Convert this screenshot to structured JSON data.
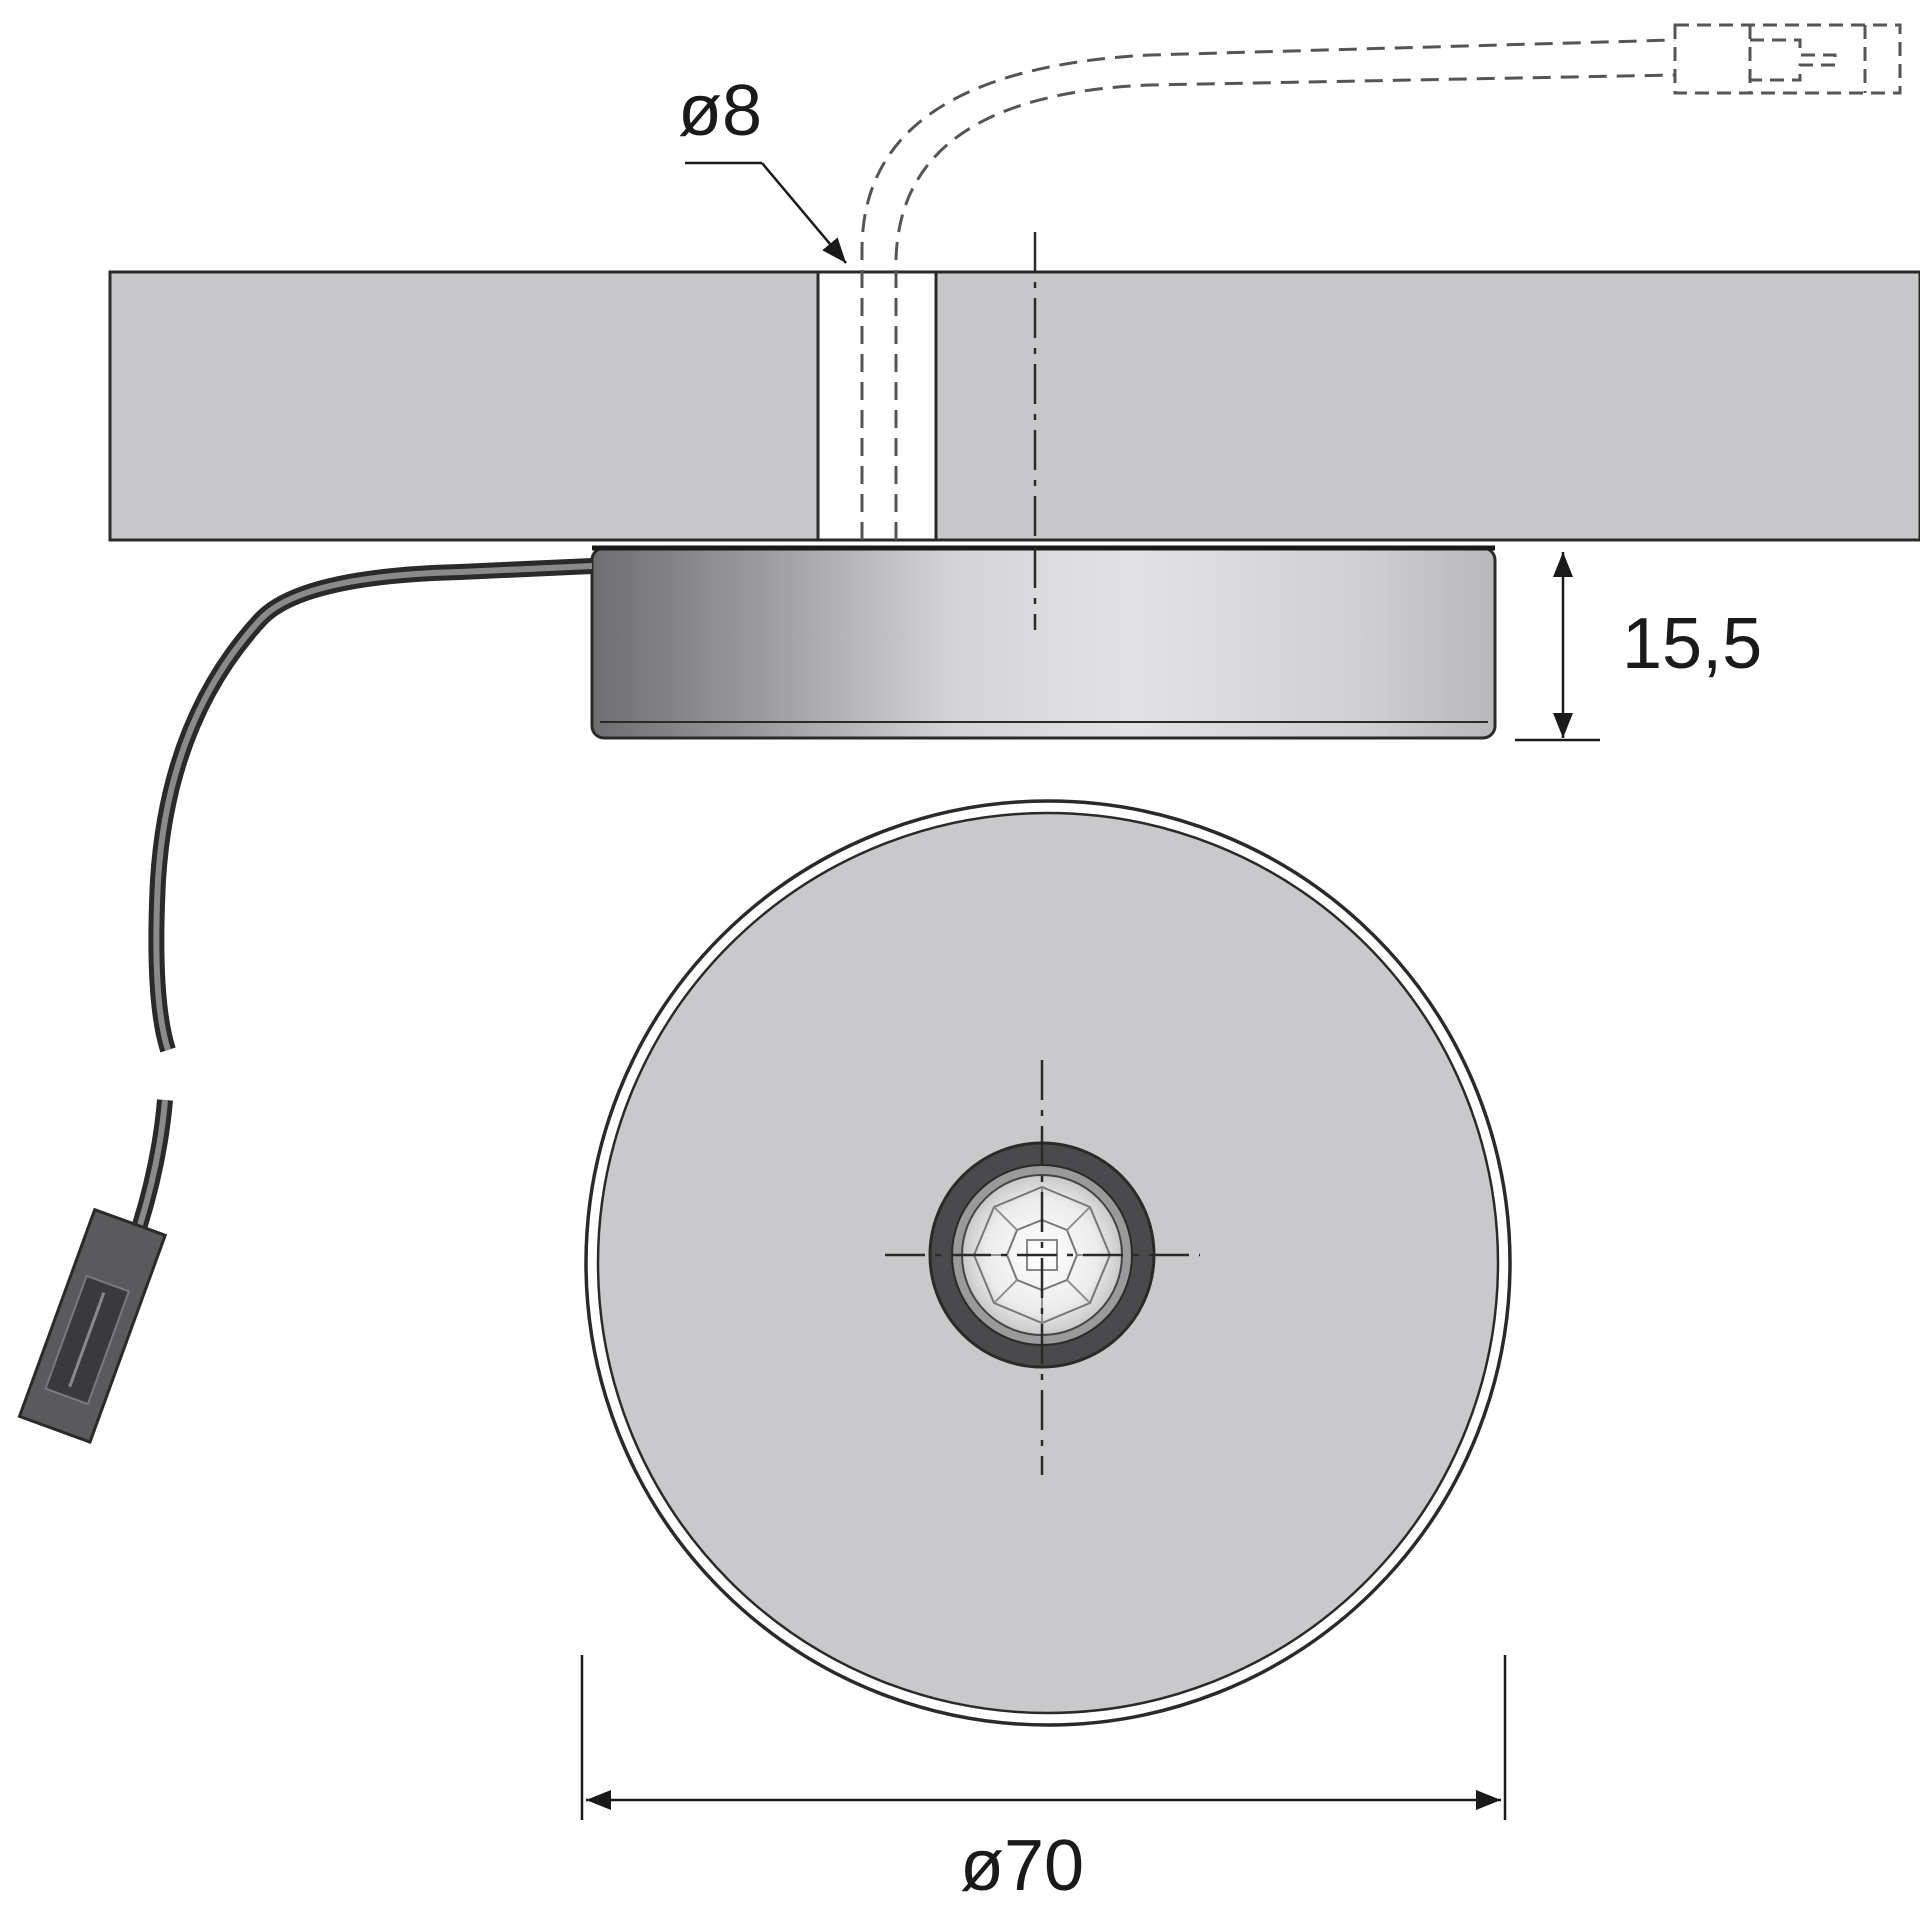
{
  "dimensions": {
    "hole_diameter": "ø8",
    "height": "15,5",
    "diameter": "ø70"
  },
  "colors": {
    "line": "#2a2a2a",
    "panel_fill": "#c8c8ca",
    "disc_fill": "#c9c9cb",
    "background": "#ffffff"
  }
}
